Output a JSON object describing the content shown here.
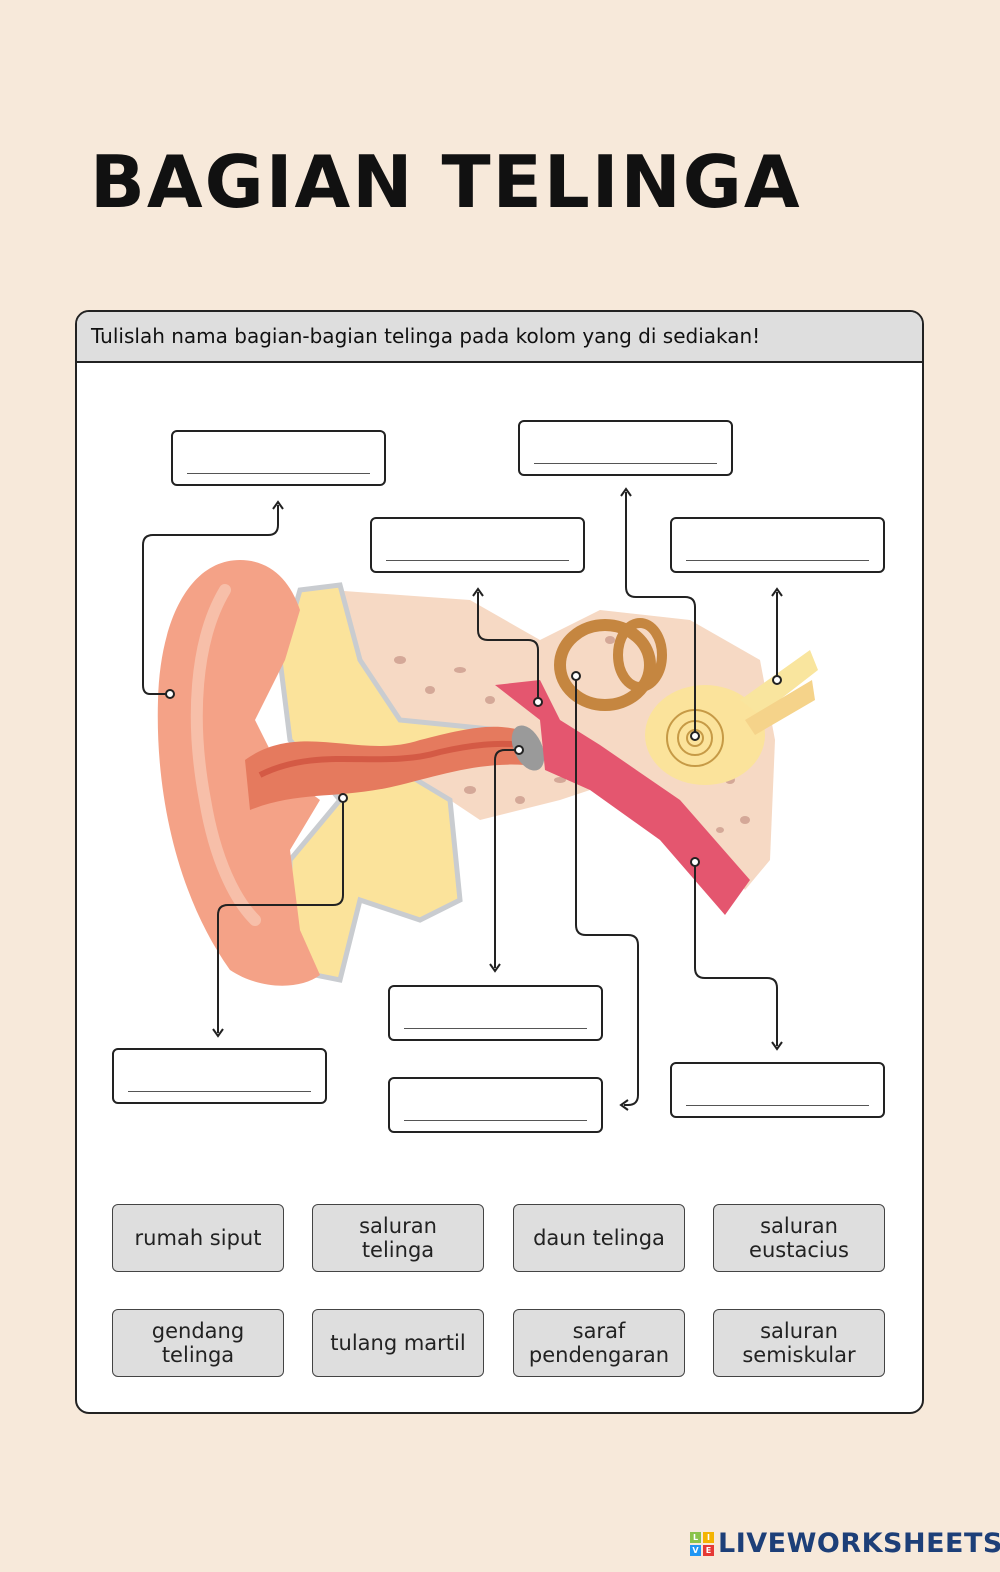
{
  "title": "BAGIAN TELINGA",
  "instruction": "Tulislah nama bagian-bagian telinga pada kolom yang di sediakan!",
  "answers": [
    "",
    "",
    "",
    "",
    "",
    "",
    "",
    ""
  ],
  "word_bank": [
    "rumah siput",
    "saluran\ntelinga",
    "daun telinga",
    "saluran\neustacius",
    "gendang\ntelinga",
    "tulang martil",
    "saraf\npendengaran",
    "saluran\nsemiskular"
  ],
  "logo": {
    "text": "LIVEWORKSHEETS",
    "letters": [
      "L",
      "I",
      "V",
      "E"
    ]
  },
  "colors": {
    "background": "#f7e9da",
    "panel_header": "#dedede",
    "chip": "#dedede",
    "logo": "#1d3f78"
  }
}
